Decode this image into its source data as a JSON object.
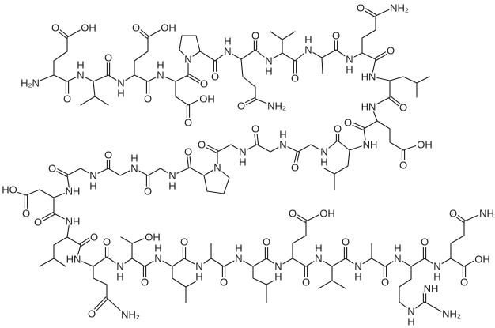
{
  "atom_labels": {
    "O": "O",
    "OH": "OH",
    "HO": "HO",
    "NH2": "NH₂",
    "H2N": "H₂N",
    "N": "N",
    "H": "H",
    "NH": "NH",
    "HN": "HN"
  },
  "colors": {
    "background": "#ffffff",
    "ink": "#1a1a1a"
  }
}
